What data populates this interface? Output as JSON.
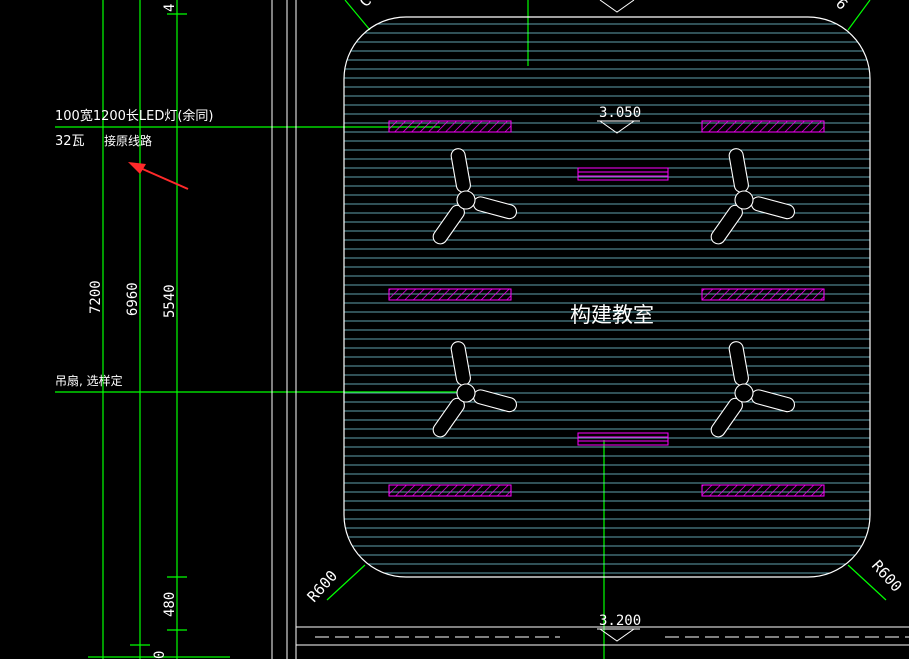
{
  "annotations": {
    "light_spec_line1": "100宽1200长LED灯(余同)",
    "light_spec_line2": "32瓦",
    "light_spec_wiring": "接原线路",
    "fan_note": "吊扇, 选样定",
    "room_name": "构建教室"
  },
  "dimensions": {
    "d7200": "7200",
    "d6960": "6960",
    "d5540": "5540",
    "d480": "480",
    "top_partial": "4",
    "bottom_partial": "0"
  },
  "levels": {
    "ceiling": "3.050",
    "floor": "3.200"
  },
  "radius": {
    "left": "R600",
    "right": "R600",
    "top_left_partial": "C",
    "top_right_partial": "6"
  },
  "colors": {
    "background": "#000000",
    "dimension_lines": "#00ff00",
    "ceiling_outline": "#ffffff",
    "ceiling_strips": "#7fd6e6",
    "led_lights": "#ff00ff",
    "fans": "#ffffff",
    "arrow": "#ff2a2a",
    "text": "#ffffff"
  },
  "icons": {
    "fan": "ceiling-fan-icon",
    "light": "led-panel-icon",
    "level_marker": "level-triangle-icon",
    "pointer": "red-arrow-icon"
  }
}
